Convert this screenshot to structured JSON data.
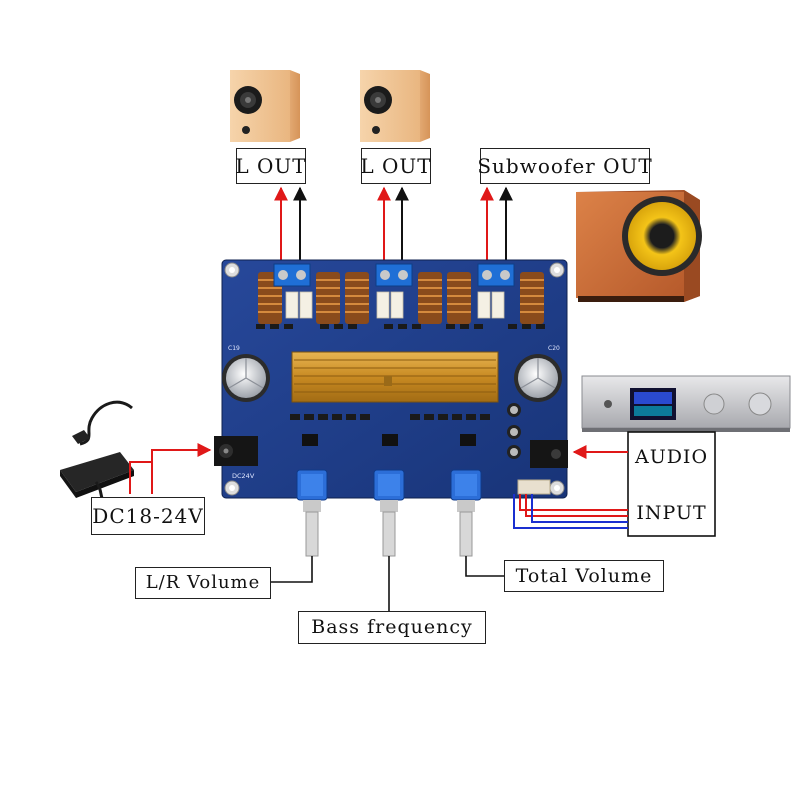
{
  "labels": {
    "left_out_1": "L OUT",
    "left_out_2": "L OUT",
    "subwoofer_out": "Subwoofer OUT",
    "power": "DC18-24V",
    "lr_volume": "L/R Volume",
    "bass_frequency": "Bass frequency",
    "total_volume": "Total Volume",
    "audio": "AUDIO",
    "input": "INPUT"
  },
  "board": {
    "power_jack_label": "DC24V",
    "cap_left": "C19",
    "cap_right": "C20"
  },
  "colors": {
    "wire_red": "#e01818",
    "wire_black": "#111111",
    "wire_blue": "#1a2fd0",
    "pcb": "#1f3f8c",
    "heatsink": "#c9902c",
    "terminal": "#1f6fd6",
    "knob": "#2c6ed8",
    "speaker_wood": "#f0c79a",
    "sub_wood": "#c86a37",
    "sub_cone": "#f0c21a"
  }
}
